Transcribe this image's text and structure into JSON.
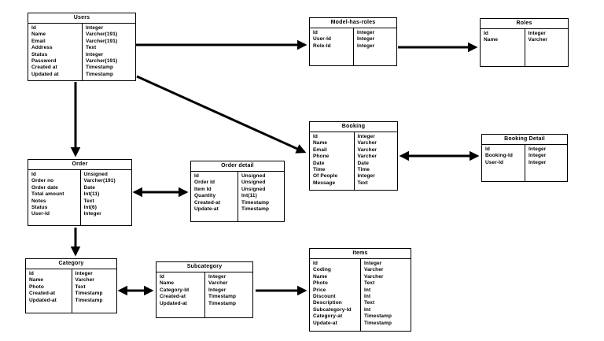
{
  "diagram": {
    "type": "entity-relationship-diagram",
    "colors": {
      "background": "#ffffff",
      "box_border": "#000000",
      "line": "#000000",
      "text": "#000000"
    },
    "tables": {
      "users": {
        "title": "Users",
        "fields": [
          {
            "name": "Id",
            "type": "Integer"
          },
          {
            "name": "Name",
            "type": "Varcher(191)"
          },
          {
            "name": "Email",
            "type": "Varcher(191)"
          },
          {
            "name": "Address",
            "type": "Text"
          },
          {
            "name": "Status",
            "type": "Integer"
          },
          {
            "name": "Password",
            "type": "Varcher(191)"
          },
          {
            "name": "Created at",
            "type": "Timestamp"
          },
          {
            "name": "Updated at",
            "type": "Timestamp"
          }
        ]
      },
      "model_has_roles": {
        "title": "Model-has-roles",
        "fields": [
          {
            "name": "Id",
            "type": "Integer"
          },
          {
            "name": "User-Id",
            "type": "Integer"
          },
          {
            "name": "Role-Id",
            "type": "Integer"
          }
        ]
      },
      "roles": {
        "title": "Roles",
        "fields": [
          {
            "name": "Id",
            "type": "Integer"
          },
          {
            "name": "Name",
            "type": "Varcher"
          }
        ]
      },
      "booking": {
        "title": "Booking",
        "fields": [
          {
            "name": "Id",
            "type": "Integer"
          },
          {
            "name": "Name",
            "type": "Varcher"
          },
          {
            "name": "Email",
            "type": "Varcher"
          },
          {
            "name": "Phone",
            "type": "Varcher"
          },
          {
            "name": "Date",
            "type": "Date"
          },
          {
            "name": "Time",
            "type": "Time"
          },
          {
            "name": "Of People",
            "type": "Integer"
          },
          {
            "name": "Message",
            "type": "Text"
          }
        ]
      },
      "booking_detail": {
        "title": "Booking Detail",
        "fields": [
          {
            "name": "Id",
            "type": "Integer"
          },
          {
            "name": "Booking-Id",
            "type": "Integer"
          },
          {
            "name": "User-Id",
            "type": "Integer"
          }
        ]
      },
      "order": {
        "title": "Order",
        "fields": [
          {
            "name": "Id",
            "type": "Unsigned"
          },
          {
            "name": "Order no",
            "type": "Varcher(191)"
          },
          {
            "name": "Order date",
            "type": "Date"
          },
          {
            "name": "Total amount",
            "type": "Int(11)"
          },
          {
            "name": "Notes",
            "type": "Text"
          },
          {
            "name": "Status",
            "type": "Int(6)"
          },
          {
            "name": "User-Id",
            "type": "Integer"
          }
        ]
      },
      "order_detail": {
        "title": "Order detail",
        "fields": [
          {
            "name": "Id",
            "type": "Unsigned"
          },
          {
            "name": "Order Id",
            "type": "Unsigned"
          },
          {
            "name": "Item Id",
            "type": "Unsigned"
          },
          {
            "name": "Quantity",
            "type": "Int(11)"
          },
          {
            "name": "Created-at",
            "type": "Timestamp"
          },
          {
            "name": "Update-at",
            "type": "Timestamp"
          }
        ]
      },
      "category": {
        "title": "Category",
        "fields": [
          {
            "name": "Id",
            "type": "Integer"
          },
          {
            "name": "Name",
            "type": "Varcher"
          },
          {
            "name": "Photo",
            "type": "Text"
          },
          {
            "name": "Created-at",
            "type": "Timestamp"
          },
          {
            "name": "Updated-at",
            "type": "Timestamp"
          }
        ]
      },
      "subcategory": {
        "title": "Subcategory",
        "fields": [
          {
            "name": "Id",
            "type": "Integer"
          },
          {
            "name": "Name",
            "type": "Varcher"
          },
          {
            "name": "Category-Id",
            "type": "Integer"
          },
          {
            "name": "Created-at",
            "type": "Timestamp"
          },
          {
            "name": "Updated-at",
            "type": "Timestamp"
          }
        ]
      },
      "items": {
        "title": "Items",
        "fields": [
          {
            "name": "Id",
            "type": "Integer"
          },
          {
            "name": "Coding",
            "type": "Varcher"
          },
          {
            "name": "Name",
            "type": "Varcher"
          },
          {
            "name": "Photo",
            "type": "Text"
          },
          {
            "name": "Price",
            "type": "Int"
          },
          {
            "name": "Discount",
            "type": "Int"
          },
          {
            "name": "Description",
            "type": "Text"
          },
          {
            "name": "Subcategory-Id",
            "type": "Int"
          },
          {
            "name": "Category-at",
            "type": "Timestamp"
          },
          {
            "name": "Update-at",
            "type": "Timestamp"
          }
        ]
      }
    },
    "relationships": [
      {
        "from": "Users",
        "to": "Model-has-roles",
        "arrow": "single"
      },
      {
        "from": "Model-has-roles",
        "to": "Roles",
        "arrow": "single"
      },
      {
        "from": "Users",
        "to": "Order",
        "arrow": "single"
      },
      {
        "from": "Users",
        "to": "Booking",
        "arrow": "single"
      },
      {
        "from": "Booking",
        "to": "Booking Detail",
        "arrow": "double"
      },
      {
        "from": "Order",
        "to": "Order detail",
        "arrow": "double"
      },
      {
        "from": "Order",
        "to": "Category",
        "arrow": "single"
      },
      {
        "from": "Category",
        "to": "Subcategory",
        "arrow": "double"
      },
      {
        "from": "Subcategory",
        "to": "Items",
        "arrow": "single"
      }
    ]
  }
}
